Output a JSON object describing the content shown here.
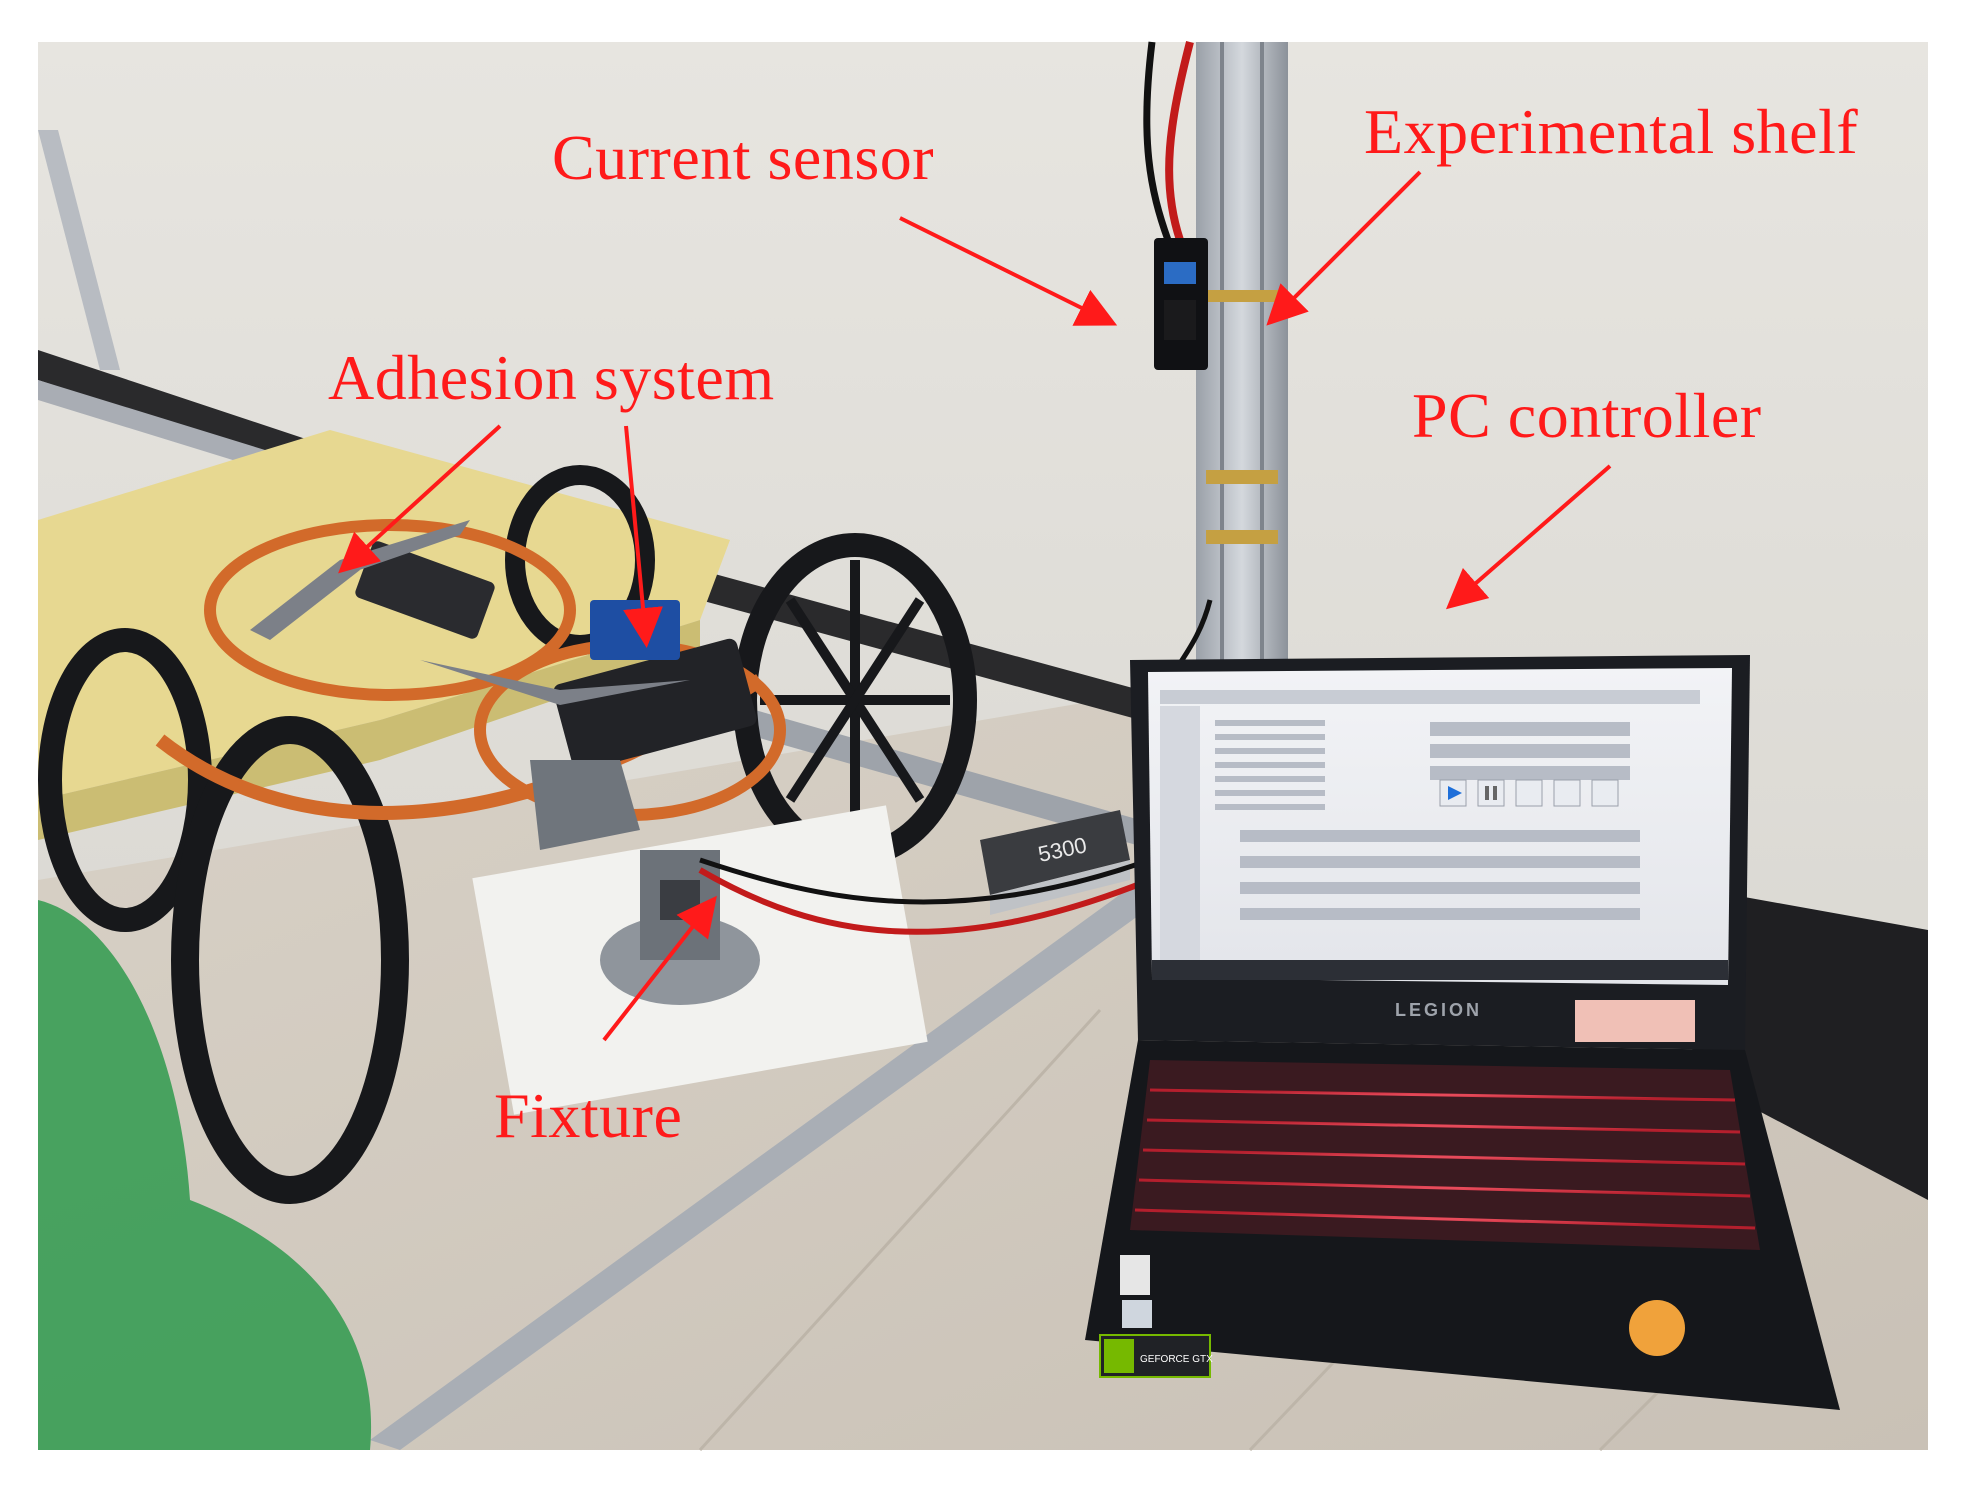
{
  "labels": {
    "current_sensor": "Current sensor",
    "experimental_shelf": "Experimental shelf",
    "adhesion_system": "Adhesion system",
    "pc_controller": "PC controller",
    "fixture": "Fixture"
  },
  "laptop": {
    "brand": "LEGION",
    "sticker": "GEFORCE GTX"
  },
  "battery_label": "5300",
  "colors": {
    "annotation": "#ff1a1a",
    "wall": "#dedcd6",
    "floor": "#d9d2c8",
    "foam": "#e8d98f",
    "laptop_body": "#1b1d22",
    "keyboard_glow": "#e23b4a"
  }
}
